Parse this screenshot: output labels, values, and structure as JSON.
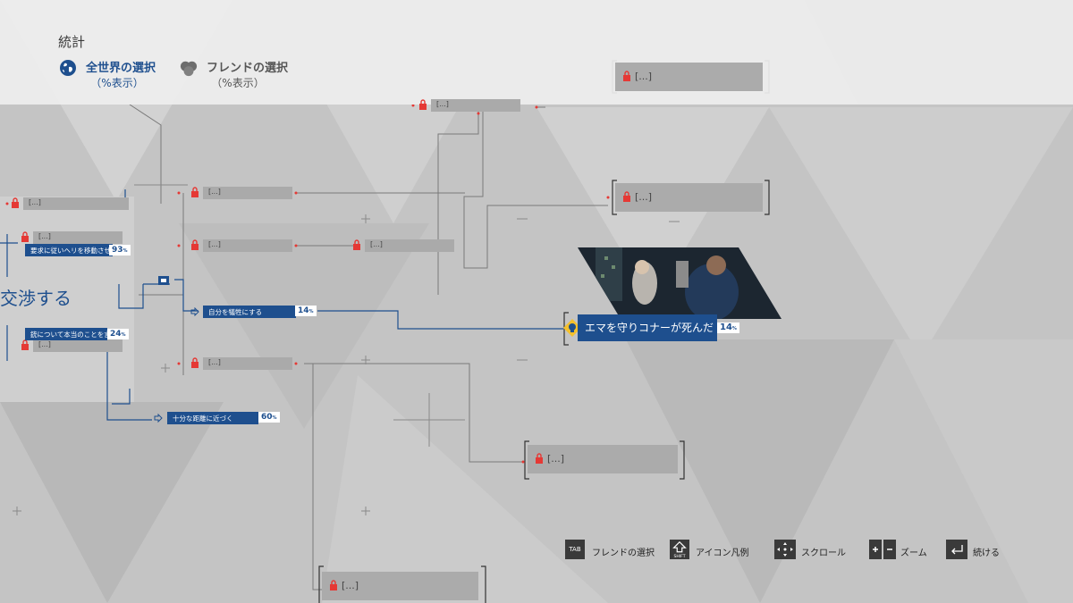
{
  "header": {
    "title": "統計",
    "options": [
      {
        "label": "全世界の選択",
        "sub": "（%表示）",
        "active": true
      },
      {
        "label": "フレンドの選択",
        "sub": "（%表示）",
        "active": false
      }
    ]
  },
  "flowchart": {
    "partial_title": "交渉する",
    "locked_text": "[...]",
    "choices": [
      {
        "label": "要求に従いヘリを移動させる",
        "percent": "93"
      },
      {
        "label": "銃について本当のことを言う",
        "percent": "24"
      },
      {
        "label": "自分を犠牲にする",
        "percent": "14"
      },
      {
        "label": "十分な距離に近づく",
        "percent": "60"
      }
    ],
    "ending": {
      "label": "エマを守りコナーが死んだ",
      "percent": "14"
    },
    "percent_unit": "%"
  },
  "footer": {
    "items": [
      {
        "key": "TAB",
        "label": "フレンドの選択"
      },
      {
        "key": "SHIFT",
        "label": "アイコン凡例"
      },
      {
        "key": "scroll",
        "label": "スクロール"
      },
      {
        "key": "zoom",
        "label": "ズーム"
      },
      {
        "key": "enter",
        "label": "続ける"
      }
    ]
  },
  "colors": {
    "accent": "#1e4f8e",
    "lock": "#e53935",
    "background": "#c4c4c4"
  }
}
